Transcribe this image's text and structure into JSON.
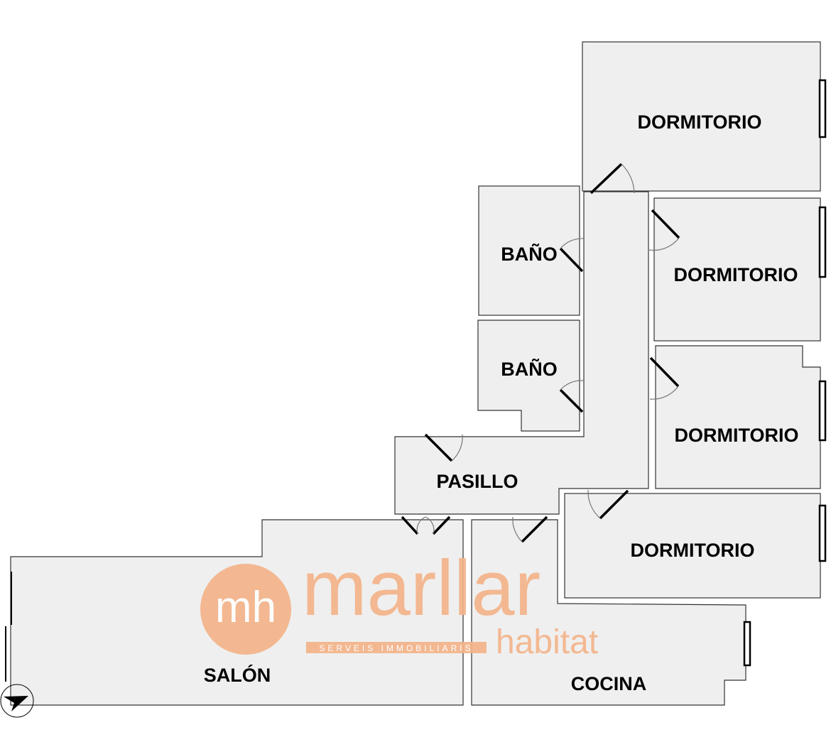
{
  "rooms": {
    "dormitorio_1": "DORMITORIO",
    "dormitorio_2": "DORMITORIO",
    "dormitorio_3": "DORMITORIO",
    "dormitorio_4": "DORMITORIO",
    "bano_1": "BAÑO",
    "bano_2": "BAÑO",
    "pasillo": "PASILLO",
    "salon": "SALÓN",
    "cocina": "COCINA"
  },
  "watermark": {
    "monogram": "mh",
    "brand": "marllar",
    "subbrand": "habitat",
    "tagline": "SERVEIS IMMOBILIARIS",
    "color": "#f4b48a"
  },
  "compass": {
    "icon": "north-arrow-icon"
  }
}
